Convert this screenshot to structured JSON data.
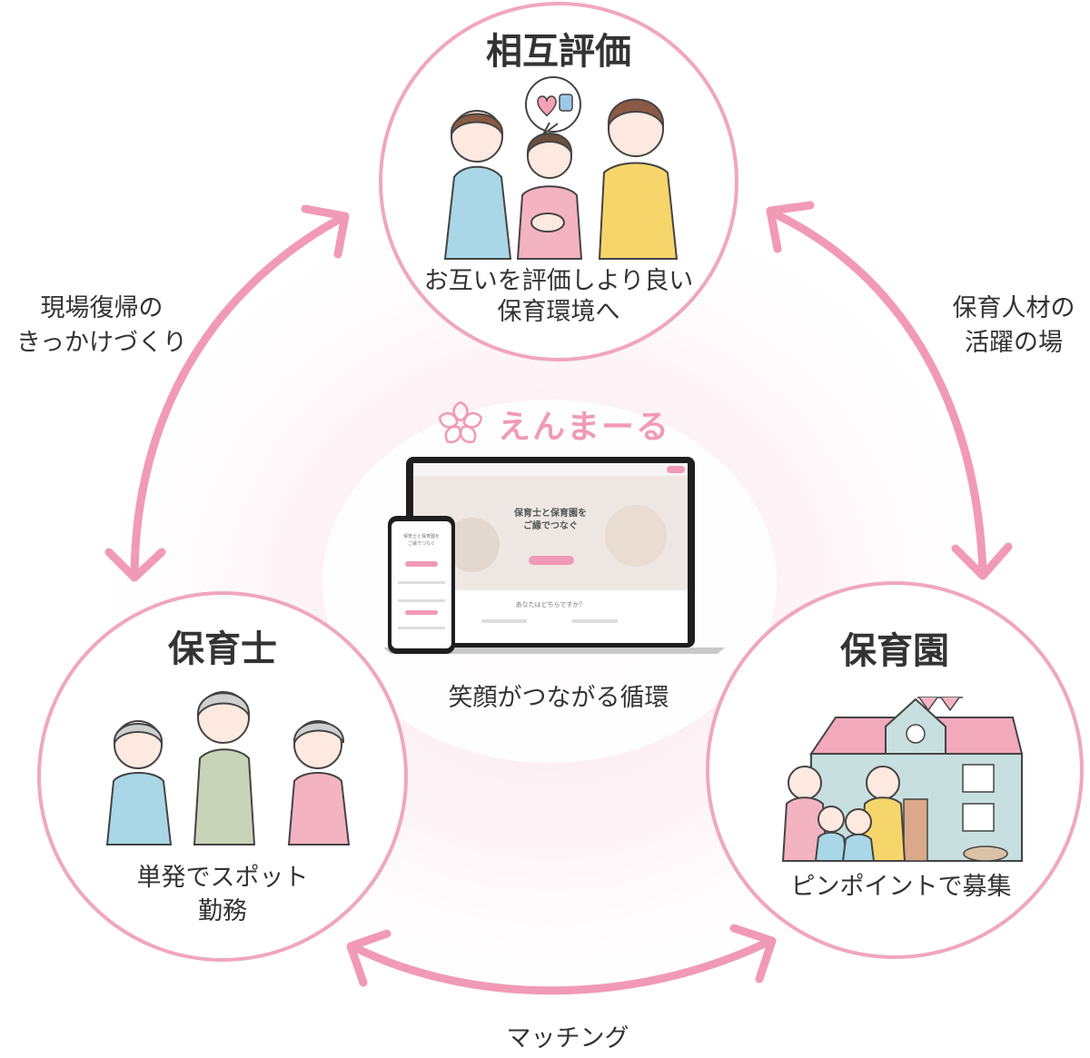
{
  "colors": {
    "accent": "#f19ab5",
    "circle_stroke": "#f0a6bf",
    "arrow": "#f19ab5",
    "glow": "#fbe3ea",
    "text": "#333333"
  },
  "brand": {
    "name": "えんまーる",
    "icon": "sakura-icon"
  },
  "center": {
    "caption": "笑顔がつながる循環"
  },
  "nodes": {
    "top": {
      "title": "相互評価",
      "lines": [
        "お互いを評価しより良い",
        "保育環境へ"
      ]
    },
    "left": {
      "title": "保育士",
      "lines": [
        "単発でスポット",
        "勤務"
      ]
    },
    "right": {
      "title": "保育園",
      "lines": [
        "ピンポイントで募集"
      ]
    }
  },
  "edges": {
    "left": {
      "lines": [
        "現場復帰の",
        "きっかけづくり"
      ]
    },
    "right": {
      "lines": [
        "保育人材の",
        "活躍の場"
      ]
    },
    "bottom": {
      "lines": [
        "マッチング"
      ]
    }
  },
  "mockup": {
    "hero_line1": "保育士と保育園を",
    "hero_line2": "ご縁でつなぐ",
    "question": "あなたはどちらですか？",
    "phone_title": "保育士と保育園を",
    "phone_title2": "ご縁でつなぐ"
  }
}
